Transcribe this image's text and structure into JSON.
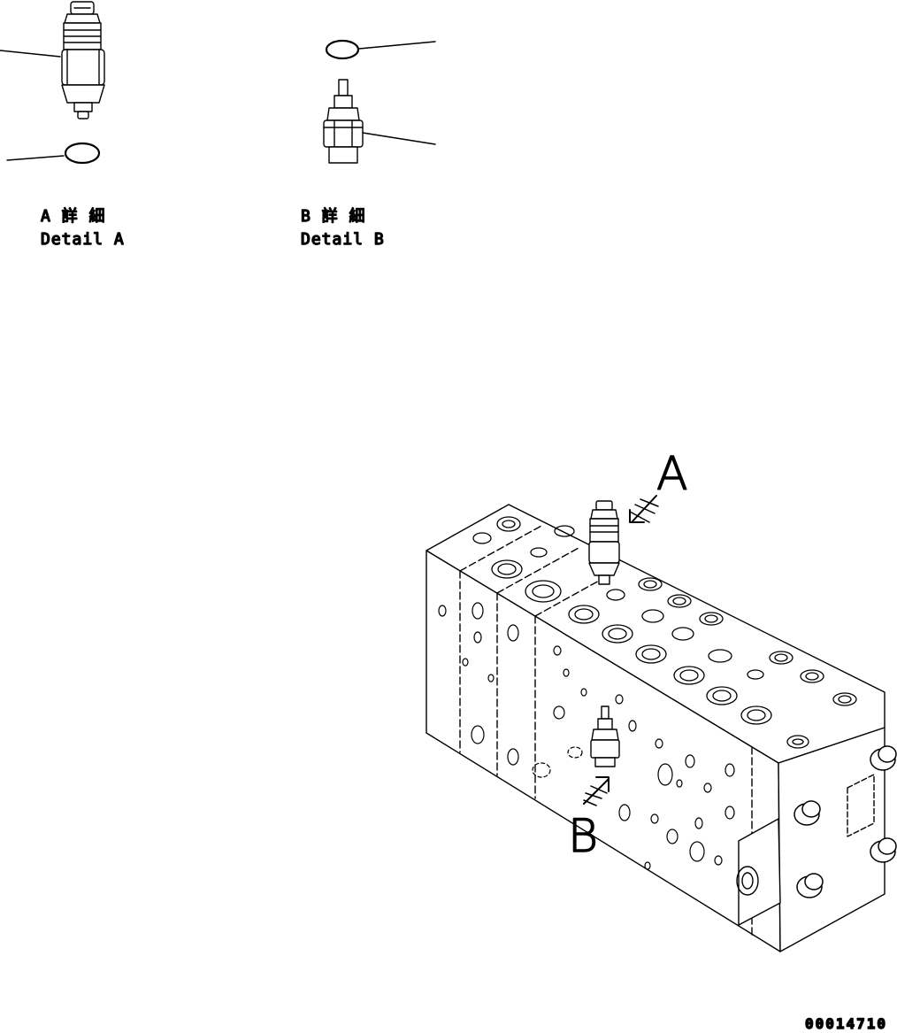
{
  "detail_a": {
    "line1": "A 詳 細",
    "line2": "Detail A"
  },
  "detail_b": {
    "line1": "B 詳 細",
    "line2": "Detail B"
  },
  "callout_a": "A",
  "callout_b": "B",
  "drawing_id": "00014710",
  "colors": {
    "ink": "#000000",
    "paper": "#ffffff"
  }
}
